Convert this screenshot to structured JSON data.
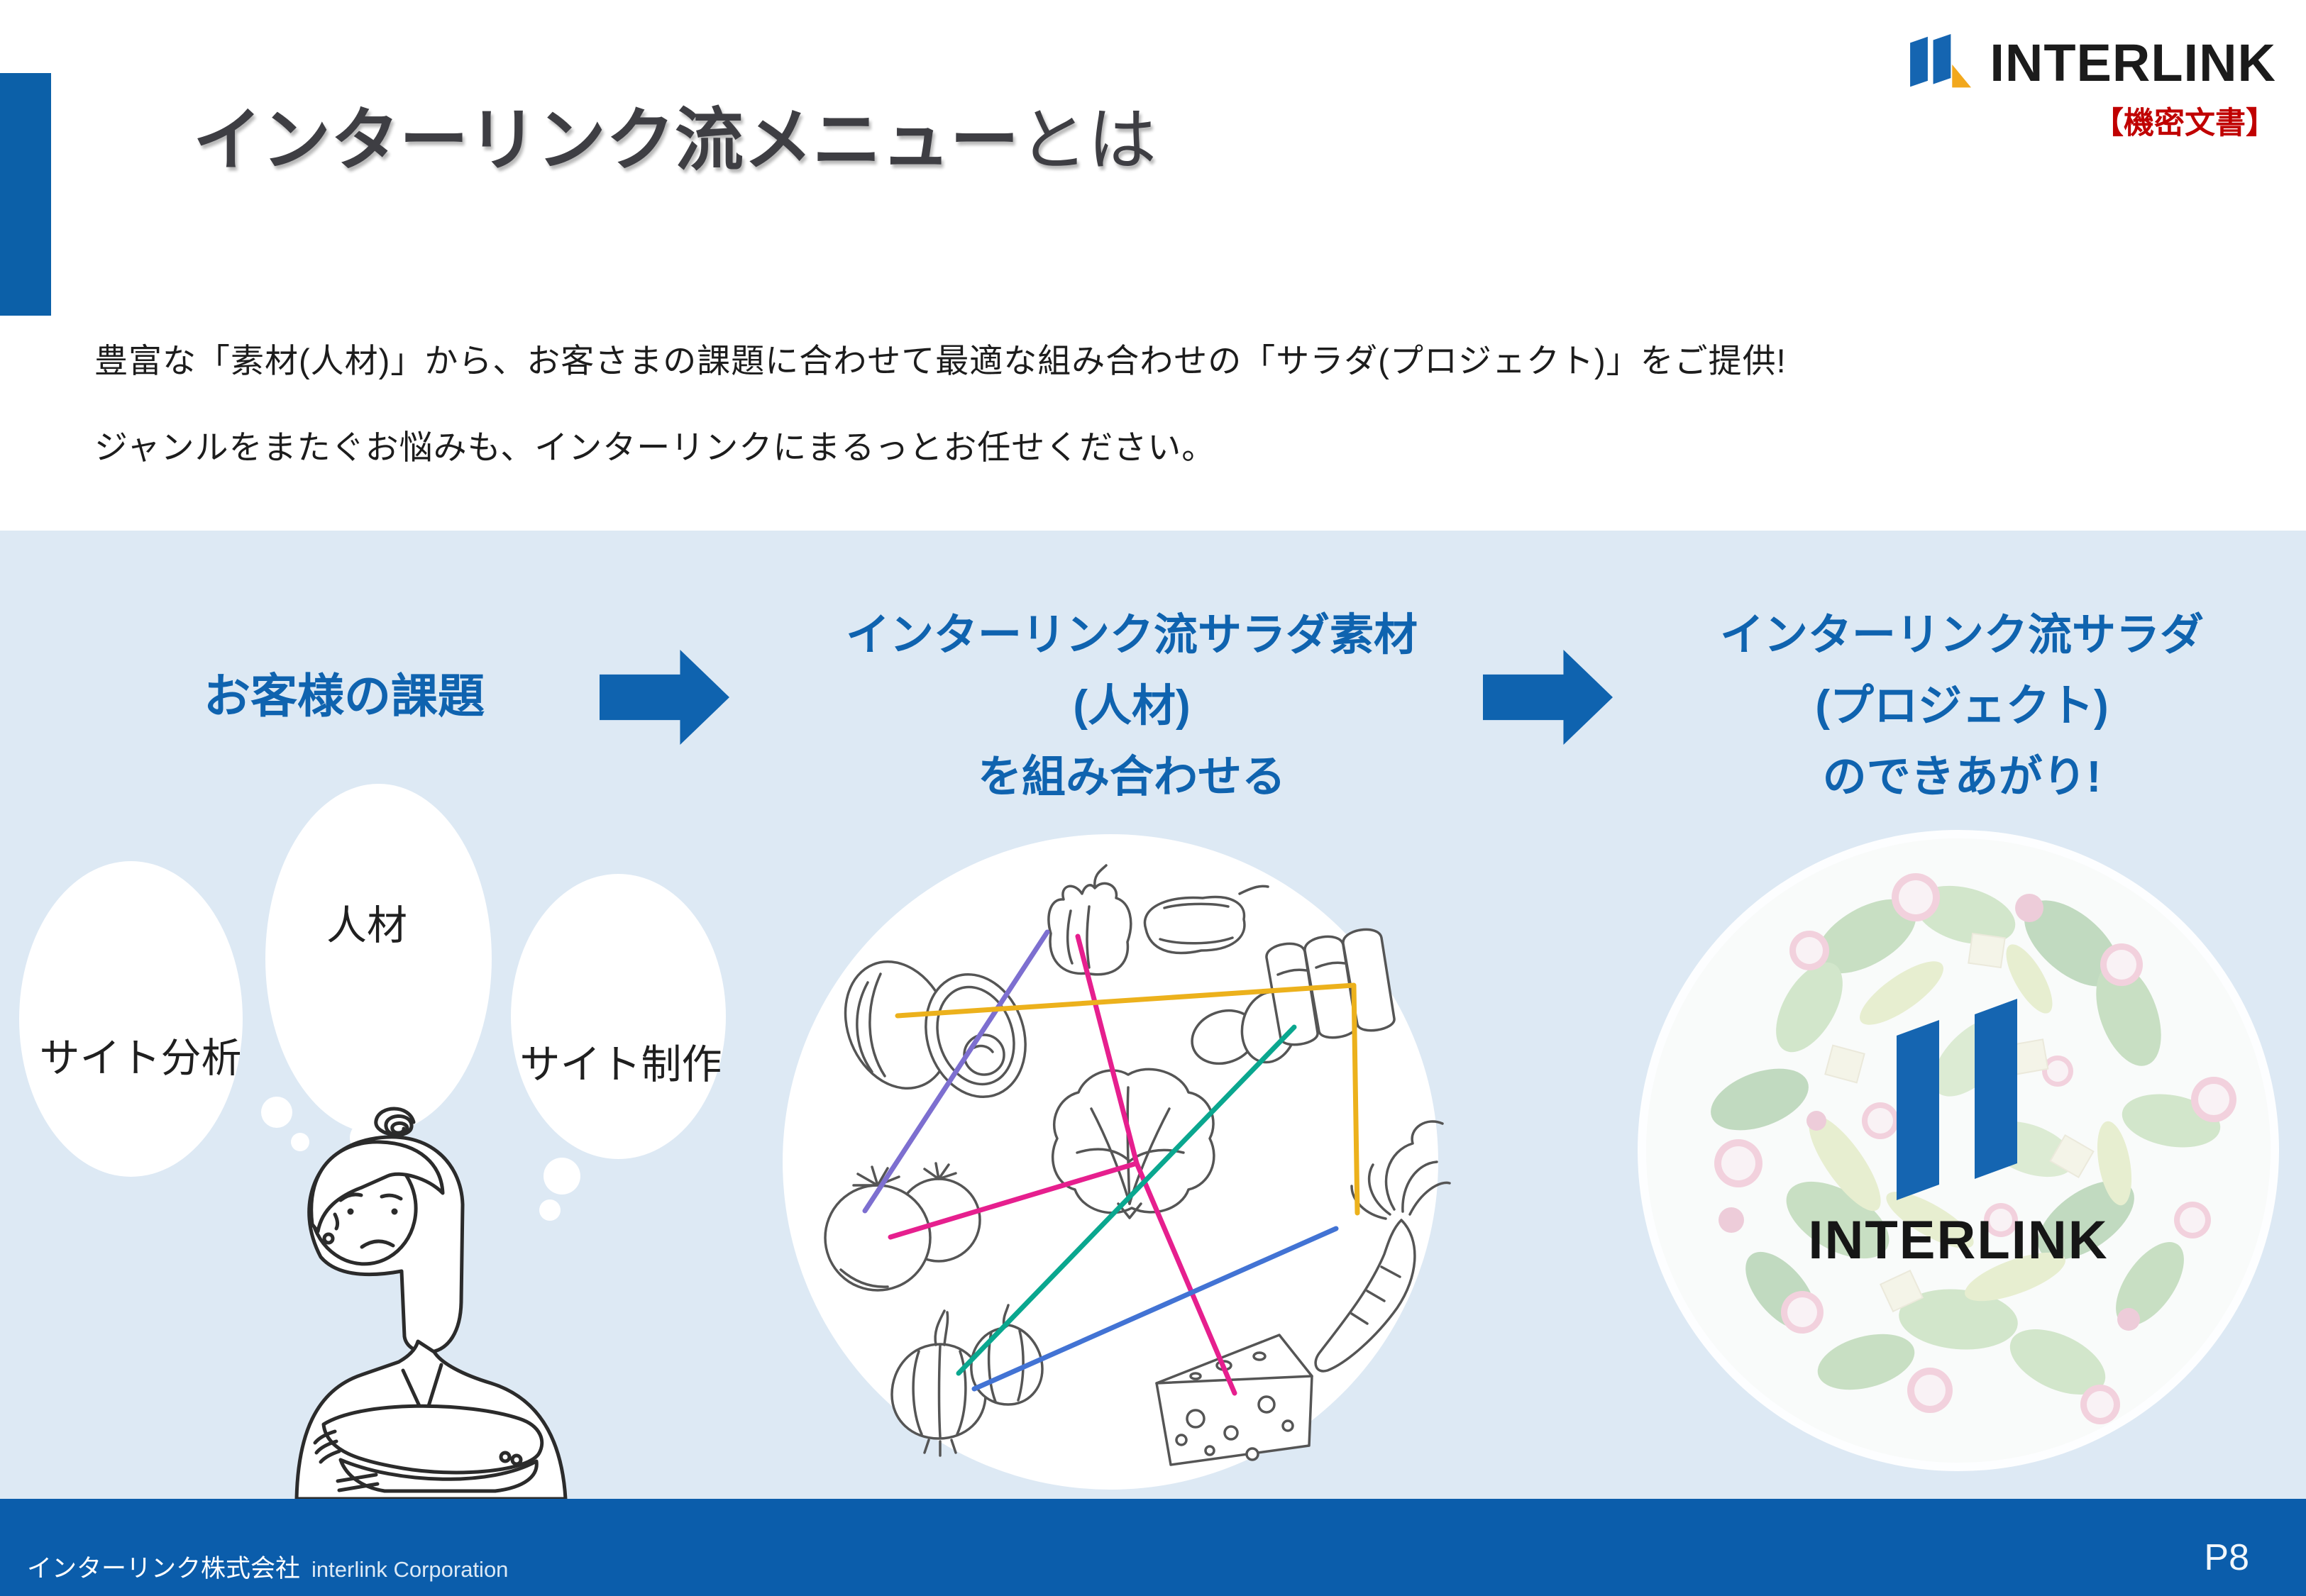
{
  "slide": {
    "header": {
      "title_emphasis": "インターリンク流メニュー",
      "title_suffix": "とは",
      "brand_logo_text": "INTERLINK",
      "confidential_label": "【機密文書】"
    },
    "intro": {
      "line1": "豊富な「素材(人材)」から、お客さまの課題に合わせて最適な組み合わせの「サラダ(プロジェクト)」をご提供!",
      "line2": "ジャンルをまたぐお悩みも、インターリンクにまるっとお任せください。"
    },
    "flow": {
      "step1": {
        "heading": "お客様の課題",
        "thought_bubbles": [
          {
            "label": "サイト分析"
          },
          {
            "label": "人材"
          },
          {
            "label": "サイト制作"
          }
        ],
        "illustration": "worried-woman-icon"
      },
      "step2": {
        "heading_lines": [
          "インターリンク流サラダ素材",
          "(人材)",
          "を組み合わせる"
        ],
        "ingredient_icons": [
          "bell-pepper-icon",
          "avocado-icon",
          "egg-icon",
          "bread-icon",
          "cabbage-icon",
          "carrot-icon",
          "tomato-icon",
          "onion-icon",
          "garlic-icon",
          "cheese-icon"
        ],
        "link_line_colors": {
          "purple": "#7d6fd0",
          "magenta": "#e61f8e",
          "yellow": "#ecb11c",
          "teal": "#0aa78f",
          "blue": "#4273d4"
        }
      },
      "step3": {
        "heading_lines": [
          "インターリンク流サラダ",
          "(プロジェクト)",
          "のできあがり!"
        ],
        "overlay_logo_text": "INTERLINK"
      }
    },
    "footer": {
      "company_jp": "インターリンク株式会社",
      "company_en": "interlink Corporation",
      "page_label": "P8"
    },
    "colors": {
      "accent_blue": "#0c60a8",
      "heading_blue": "#0f63af",
      "panel_blue": "#dde9f4",
      "footer_blue": "#0b5dab",
      "confidential_red": "#c00000",
      "logo_blue": "#1565b1",
      "logo_yellow": "#f2a81d",
      "title_gray": "#3e3e43"
    }
  }
}
